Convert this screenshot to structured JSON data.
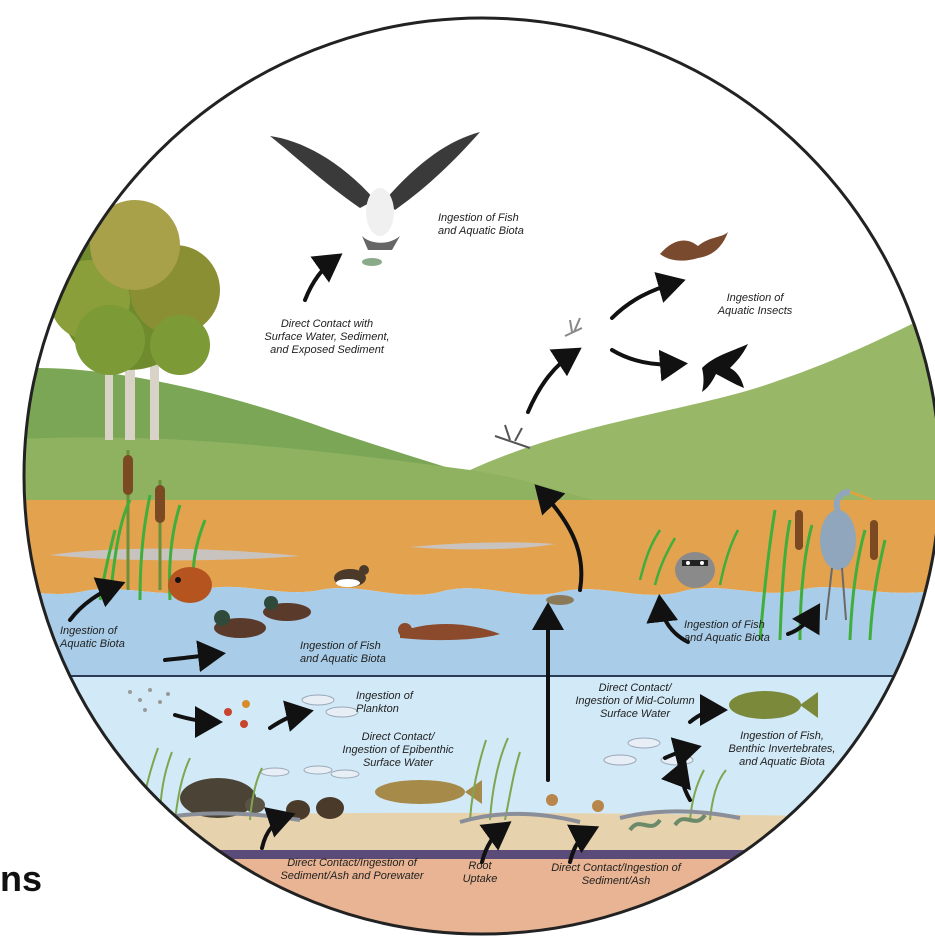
{
  "labels": {
    "osprey": "Ingestion of Fish\nand Aquatic Biota",
    "direct_contact_surface": "Direct Contact with\nSurface Water, Sediment,\nand Exposed Sediment",
    "aquatic_insects": "Ingestion of\nAquatic Insects",
    "aquatic_biota_left": "Ingestion of\nAquatic Biota",
    "fish_biota_mid": "Ingestion of Fish\nand Aquatic Biota",
    "fish_biota_right": "Ingestion of Fish\nand Aquatic Biota",
    "plankton": "Ingestion of\nPlankton",
    "epibenthic": "Direct Contact/\nIngestion of Epibenthic\nSurface Water",
    "mid_column": "Direct Contact/\nIngestion of Mid-Column\nSurface Water",
    "fish_benthic": "Ingestion of Fish,\nBenthic Invertebrates,\nand Aquatic Biota",
    "sediment_ash_porewater": "Direct Contact/Ingestion of\nSediment/Ash and Porewater",
    "root_uptake": "Root\nUptake",
    "sediment_ash": "Direct Contact/Ingestion of\nSediment/Ash"
  },
  "fragment_text": "ns",
  "icons": [
    "osprey-icon",
    "tree-icon",
    "bat-icon",
    "swift-icon",
    "mayfly-icon",
    "duck-icon",
    "mink-icon",
    "raccoon-icon",
    "heron-icon",
    "turtle-icon",
    "catfish-icon",
    "bass-icon",
    "beaver-icon",
    "sandpiper-icon",
    "cattail-icon"
  ],
  "colors": {
    "sky": "#ffffff",
    "hill_dark": "#7aa656",
    "hill_light": "#98b868",
    "shore": "#e3a24e",
    "water_surface": "#a9cde8",
    "water_deep": "#d2e9f7",
    "sediment": "#e6d2ac",
    "ash_layer": "#5a4b78",
    "soil": "#e8b493",
    "arrow": "#111111"
  }
}
